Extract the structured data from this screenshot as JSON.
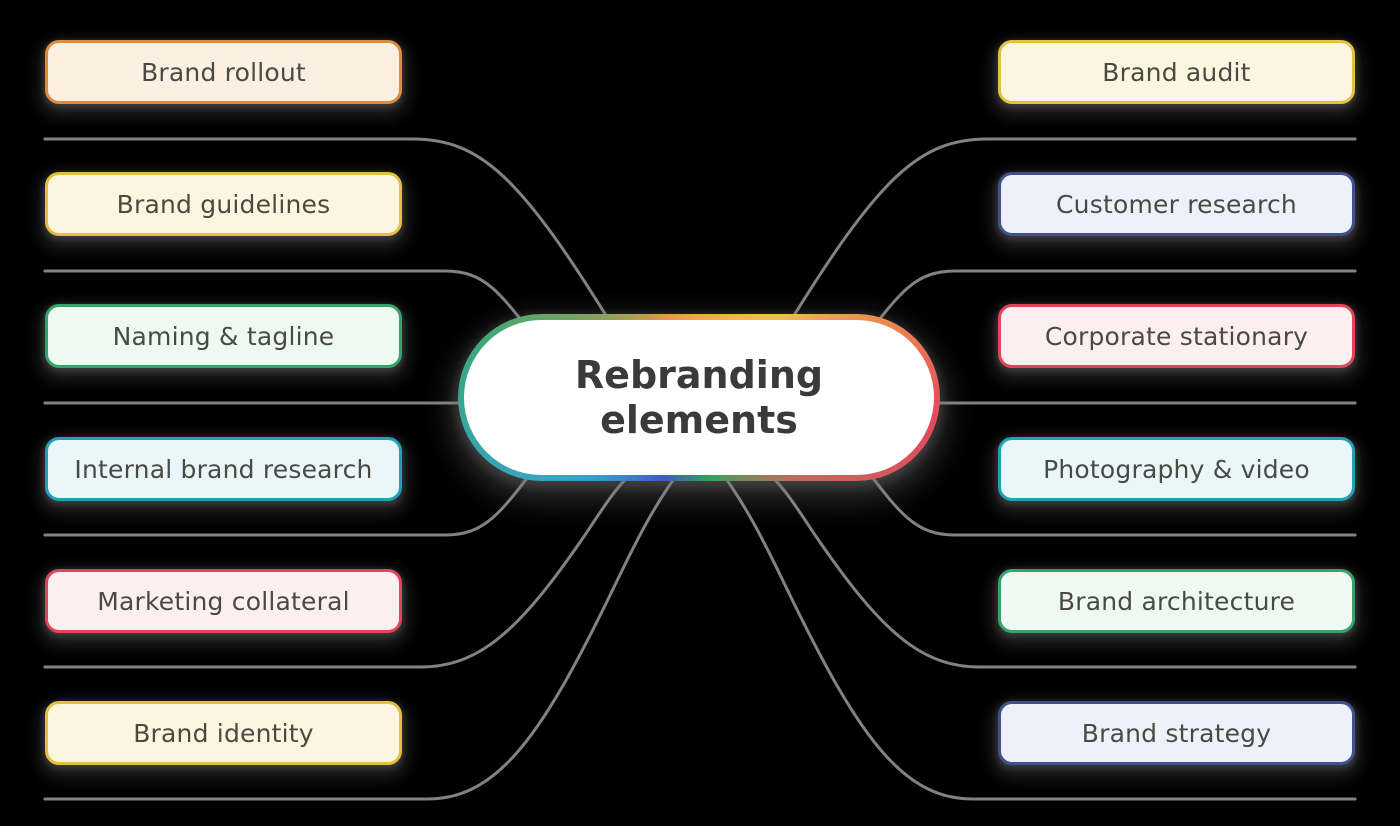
{
  "background_color": "#000000",
  "connector": {
    "color": "#828282",
    "width": 3
  },
  "central_node": {
    "label": "Rebranding elements",
    "fill": "#ffffff",
    "text_color": "#3a3a3a",
    "gradient_colors": [
      "#F2A93C",
      "#EFC243",
      "#E6475F",
      "#BC6F5C",
      "#2FA45D",
      "#4159C0",
      "#37A3CE",
      "#3CA878",
      "#E89A3A"
    ]
  },
  "palette": {
    "orange": {
      "border": "#DE8B3E",
      "fill": "#FBF0E2"
    },
    "yellow": {
      "border": "#E5C03F",
      "fill": "#FCF6E1"
    },
    "green": {
      "border": "#33A56A",
      "fill": "#EDF9F2"
    },
    "teal": {
      "border": "#21A0B6",
      "fill": "#E9F7FA"
    },
    "red": {
      "border": "#E24459",
      "fill": "#FBEFF2"
    },
    "navy": {
      "border": "#40518F",
      "fill": "#EEF1FA"
    }
  },
  "left_nodes": [
    {
      "label": "Brand rollout",
      "color": "orange"
    },
    {
      "label": "Brand guidelines",
      "color": "yellow"
    },
    {
      "label": "Naming & tagline",
      "color": "green"
    },
    {
      "label": "Internal brand research",
      "color": "teal"
    },
    {
      "label": "Marketing collateral",
      "color": "red"
    },
    {
      "label": "Brand identity",
      "color": "yellow"
    }
  ],
  "right_nodes": [
    {
      "label": "Brand audit",
      "color": "yellow"
    },
    {
      "label": "Customer research",
      "color": "navy"
    },
    {
      "label": "Corporate stationary",
      "color": "red"
    },
    {
      "label": "Photography & video",
      "color": "teal"
    },
    {
      "label": "Brand architecture",
      "color": "green"
    },
    {
      "label": "Brand strategy",
      "color": "navy"
    }
  ]
}
